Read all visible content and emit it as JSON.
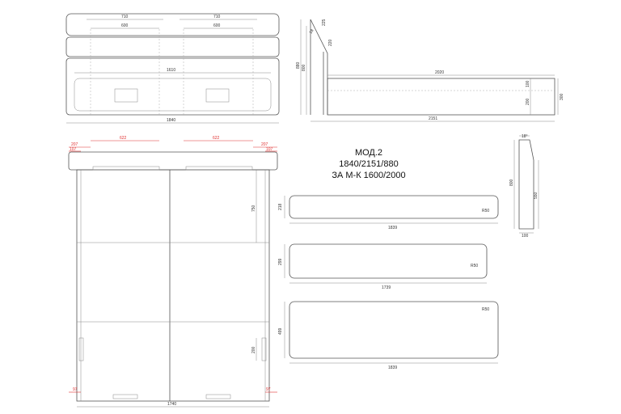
{
  "title": {
    "model": "МОД.2",
    "sizes": "1840/2151/880",
    "mattress": "ЗА М-К 1600/2000"
  },
  "front_view": {
    "w1": "710",
    "w2": "710",
    "i1": "600",
    "i2": "600",
    "inner": "1610",
    "total": "1840"
  },
  "side_view": {
    "a": "225",
    "b": "18",
    "c": "220",
    "h1": "880",
    "h2": "800",
    "len_top": "2020",
    "h3": "100",
    "h4": "200",
    "h5": "300",
    "total": "2151"
  },
  "plan_view": {
    "d1": "622",
    "d2": "622",
    "d3": "207",
    "d4": "107",
    "d5": "207",
    "d6": "107",
    "h1": "750",
    "h2": "200",
    "f1": "97",
    "f2": "97",
    "total": "1740"
  },
  "panels": [
    {
      "h": "218",
      "w": "1839",
      "r": "R50"
    },
    {
      "h": "299",
      "w": "1739",
      "r": "R50"
    },
    {
      "h": "499",
      "w": "1839",
      "r": "R50"
    }
  ],
  "small_part": {
    "angle": "18°",
    "h1": "800",
    "h2": "550",
    "w": "100"
  }
}
